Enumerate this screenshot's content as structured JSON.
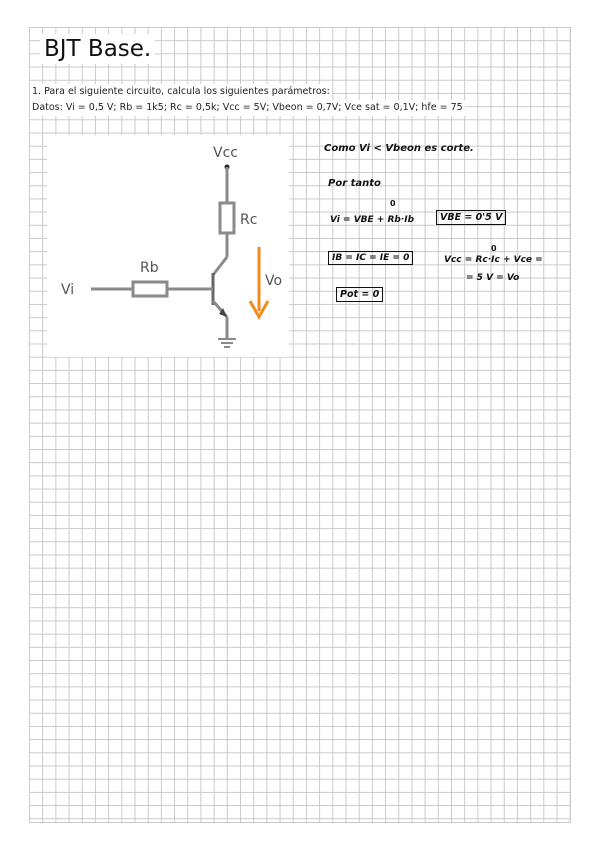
{
  "page": {
    "title": "BJT Base.",
    "question": "1. Para el siguiente circuito, calcula los siguientes parámetros:",
    "datos": "Datos: Vi = 0,5 V; Rb = 1k5; Rc = 0,5k; Vcc = 5V; Vbeon = 0,7V; Vce sat = 0,1V; hfe = 75"
  },
  "circuit": {
    "vcc_label": "Vcc",
    "rc_label": "Rc",
    "rb_label": "Rb",
    "vi_label": "Vi",
    "vo_label": "Vo",
    "wire_color": "#8a8a8a",
    "arrow_color": "#f28a1e"
  },
  "notes": {
    "line1": "Como Vi < Vbeon es corte.",
    "line2": "Por tanto",
    "eq_vi": "Vi = VBE + Rb·Ib",
    "eq_vi_zero": "0",
    "eq_vbe": "VBE = 0'5 V",
    "eq_currents": "IB = IC = IE = 0",
    "eq_vcc": "Vcc = Rc·Ic + Vce =",
    "eq_vcc_zero": "0",
    "eq_vcc_result": "= 5 V = Vo",
    "eq_pot": "Pot = 0"
  }
}
